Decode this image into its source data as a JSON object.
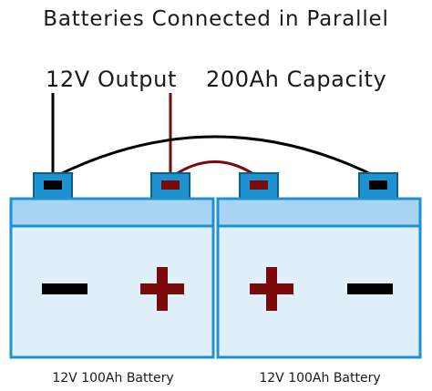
{
  "title": "Batteries Connected in Parallel",
  "labels": {
    "output": "12V Output",
    "capacity": "200Ah Capacity"
  },
  "batteries": [
    {
      "caption": "12V 100Ah Battery",
      "left_terminal": "negative",
      "right_terminal": "positive"
    },
    {
      "caption": "12V 100Ah Battery",
      "left_terminal": "positive",
      "right_terminal": "negative"
    }
  ],
  "colors": {
    "battery_fill": "#e0f0fb",
    "battery_top": "#a9d4f4",
    "battery_border": "#1d92d0",
    "negative_terminal": "#1d92d0",
    "positive_terminal": "#d32f2f",
    "negative_symbol": "#000000",
    "positive_symbol": "#7b0a0a",
    "negative_wire": "#000000",
    "positive_wire": "#7b0a0a"
  },
  "icons": {
    "negative": "minus-sign-icon",
    "positive": "plus-sign-icon"
  }
}
